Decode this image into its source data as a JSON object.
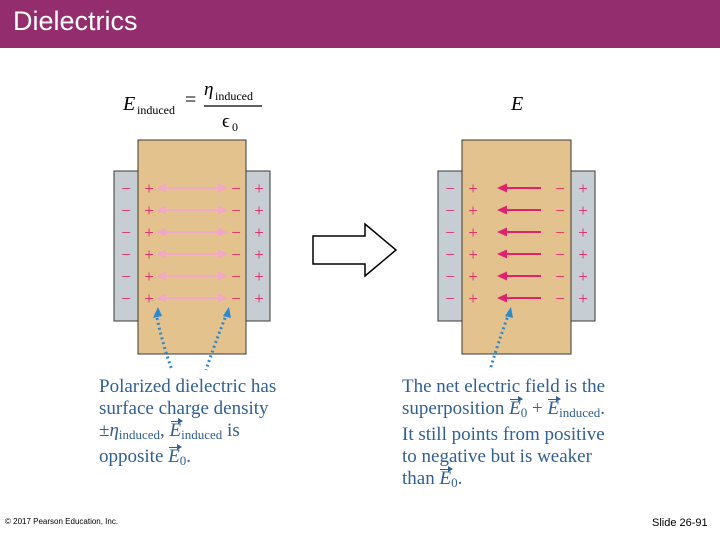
{
  "slide": {
    "title": "Dielectrics",
    "footer_copyright": "© 2017 Pearson Education, Inc.",
    "footer_slide_number": "Slide 26-91"
  },
  "left_panel": {
    "equation_lhs": "E",
    "equation_lhs_sub": "induced",
    "equation_equals": "=",
    "equation_numerator": "η",
    "equation_numerator_sub": "induced",
    "equation_denominator": "ϵ",
    "equation_denominator_sub": "0",
    "plate_left_sign": "−",
    "plate_right_sign": "+",
    "surface_left_sign": "+",
    "surface_right_sign": "−",
    "field_color": "#f2a7c6",
    "caption": {
      "line1": "Polarized dielectric has",
      "line2": "surface charge density",
      "pm": "±",
      "eta": "η",
      "eta_sub": "induced",
      "comma": ", ",
      "e_vec": "E",
      "e_vec_sub": "induced",
      "is": " is",
      "opposite": "opposite ",
      "e0": "E",
      "e0_sub": "0",
      "period": "."
    }
  },
  "right_panel": {
    "label": "E",
    "plate_left_sign": "−",
    "plate_right_sign": "+",
    "surface_left_sign": "+",
    "surface_right_sign": "−",
    "field_color": "#e0226e",
    "caption": {
      "line1": "The net electric field is the",
      "superposition": "superposition ",
      "e0": "E",
      "e0_sub": "0",
      "plus": " + ",
      "ei": "E",
      "ei_sub": "induced",
      "period": ".",
      "line3": "It still points from positive",
      "line4": "to negative but is weaker",
      "than": "than ",
      "e0b": "E",
      "e0b_sub": "0",
      "period2": "."
    }
  },
  "colors": {
    "header": "#932d6d",
    "dielectric": "#e3c28d",
    "plate": "#c7ced3",
    "charge": "#e0226e",
    "caption": "#2f5f95",
    "pointer": "#2a8ad0"
  }
}
